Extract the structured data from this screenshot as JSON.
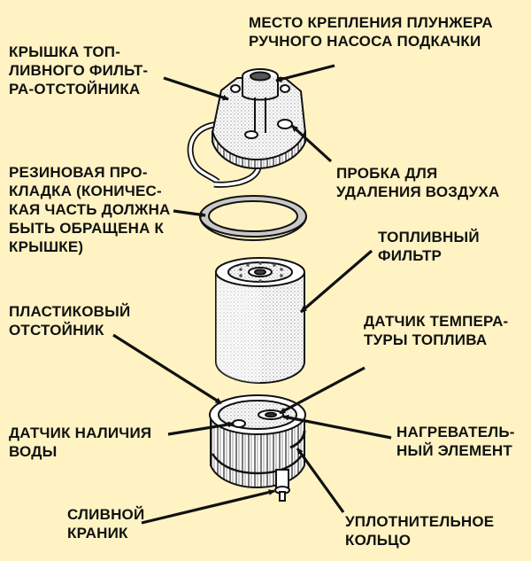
{
  "colors": {
    "background": "#fff3c4",
    "ink": "#111111",
    "part_fill": "#ffffff",
    "shade": "#b9b9b9"
  },
  "labels": {
    "plunger_mount": "МЕСТО КРЕПЛЕНИЯ ПЛУНЖЕРА\nРУЧНОГО НАСОСА ПОДКАЧКИ",
    "filter_cover": "КРЫШКА ТОП-\nЛИВНОГО ФИЛЬТ-\nРА-ОТСТОЙНИКА",
    "air_plug": "ПРОБКА ДЛЯ\nУДАЛЕНИЯ ВОЗДУХА",
    "rubber_gasket": "РЕЗИНОВАЯ ПРО-\nКЛАДКА (КОНИЧЕС-\nКАЯ ЧАСТЬ ДОЛЖНА\nБЫТЬ ОБРАЩЕНА К\nКРЫШКЕ)",
    "fuel_filter": "ТОПЛИВНЫЙ\nФИЛЬТР",
    "plastic_sump": "ПЛАСТИКОВЫЙ\nОТСТОЙНИК",
    "temp_sensor": "ДАТЧИК ТЕМПЕРА-\nТУРЫ ТОПЛИВА",
    "water_sensor": "ДАТЧИК НАЛИЧИЯ\nВОДЫ",
    "heater": "НАГРЕВАТЕЛЬ-\nНЫЙ ЭЛЕМЕНТ",
    "drain_valve": "СЛИВНОЙ\nКРАНИК",
    "seal_ring": "УПЛОТНИТЕЛЬНОЕ\nКОЛЬЦО"
  }
}
